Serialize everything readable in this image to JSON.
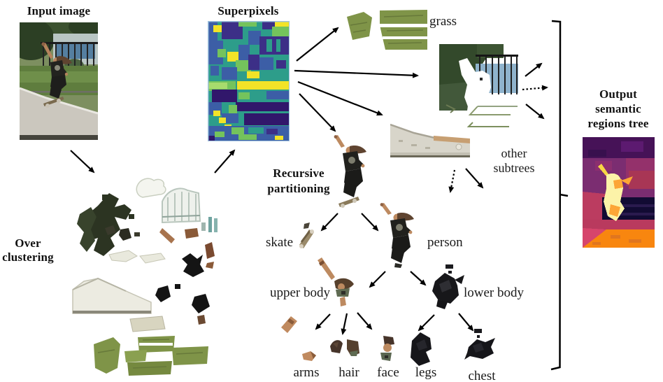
{
  "figure": {
    "stages": {
      "input": {
        "label": "Input image"
      },
      "superpixels": {
        "label": "Superpixels"
      },
      "over_clustering": {
        "line1": "Over",
        "line2": "clustering"
      },
      "recursive": {
        "line1": "Recursive",
        "line2": "partitioning"
      },
      "output": {
        "line1": "Output",
        "line2": "semantic",
        "line3": "regions tree"
      }
    },
    "nodes": {
      "grass": "grass",
      "other_subtrees": {
        "line1": "other",
        "line2": "subtrees"
      },
      "skate": "skate",
      "person": "person",
      "upper_body": "upper body",
      "lower_body": "lower body",
      "arms": "arms",
      "hair": "hair",
      "face": "face",
      "legs": "legs",
      "chest": "chest"
    },
    "colors": {
      "arrow": "#000000",
      "bracket": "#000000",
      "superpixel_palette": [
        "#3c5ea6",
        "#2d9d8a",
        "#74c35c",
        "#f2e328",
        "#3c2f87",
        "#31176b"
      ],
      "output_palette": [
        "#461257",
        "#7b2d71",
        "#a83655",
        "#120b33",
        "#bb3c60",
        "#f8860f",
        "#fcf3a8"
      ]
    }
  }
}
